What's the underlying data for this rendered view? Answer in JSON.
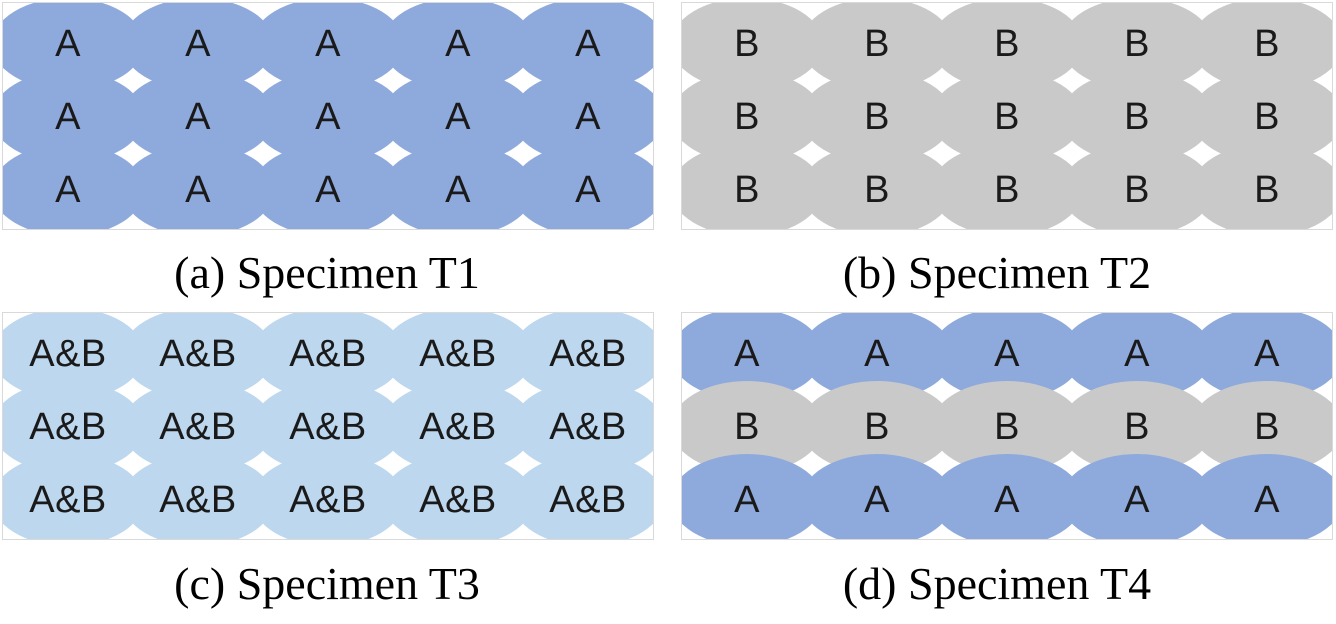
{
  "figure": {
    "colors": {
      "blue": "#8EAADC",
      "gray": "#C9C9C9",
      "light_blue": "#BDD7EE",
      "letter": "#1A1A1A",
      "panel_border": "#D9D9D9",
      "background": "#FFFFFF",
      "caption_text": "#000000"
    },
    "grid": {
      "columns": 5,
      "rows": 3
    },
    "panels": [
      {
        "id": "specimen-t1",
        "caption": "(a) Specimen T1",
        "rows": [
          {
            "color": "blue",
            "cells": [
              "A",
              "A",
              "A",
              "A",
              "A"
            ]
          },
          {
            "color": "blue",
            "cells": [
              "A",
              "A",
              "A",
              "A",
              "A"
            ]
          },
          {
            "color": "blue",
            "cells": [
              "A",
              "A",
              "A",
              "A",
              "A"
            ]
          }
        ]
      },
      {
        "id": "specimen-t2",
        "caption": "(b) Specimen T2",
        "rows": [
          {
            "color": "gray",
            "cells": [
              "B",
              "B",
              "B",
              "B",
              "B"
            ]
          },
          {
            "color": "gray",
            "cells": [
              "B",
              "B",
              "B",
              "B",
              "B"
            ]
          },
          {
            "color": "gray",
            "cells": [
              "B",
              "B",
              "B",
              "B",
              "B"
            ]
          }
        ]
      },
      {
        "id": "specimen-t3",
        "caption": "(c) Specimen T3",
        "rows": [
          {
            "color": "light_blue",
            "cells": [
              "A&B",
              "A&B",
              "A&B",
              "A&B",
              "A&B"
            ]
          },
          {
            "color": "light_blue",
            "cells": [
              "A&B",
              "A&B",
              "A&B",
              "A&B",
              "A&B"
            ]
          },
          {
            "color": "light_blue",
            "cells": [
              "A&B",
              "A&B",
              "A&B",
              "A&B",
              "A&B"
            ]
          }
        ]
      },
      {
        "id": "specimen-t4",
        "caption": "(d) Specimen T4",
        "rows": [
          {
            "color": "blue",
            "cells": [
              "A",
              "A",
              "A",
              "A",
              "A"
            ]
          },
          {
            "color": "gray",
            "cells": [
              "B",
              "B",
              "B",
              "B",
              "B"
            ]
          },
          {
            "color": "blue",
            "cells": [
              "A",
              "A",
              "A",
              "A",
              "A"
            ]
          }
        ]
      }
    ]
  }
}
